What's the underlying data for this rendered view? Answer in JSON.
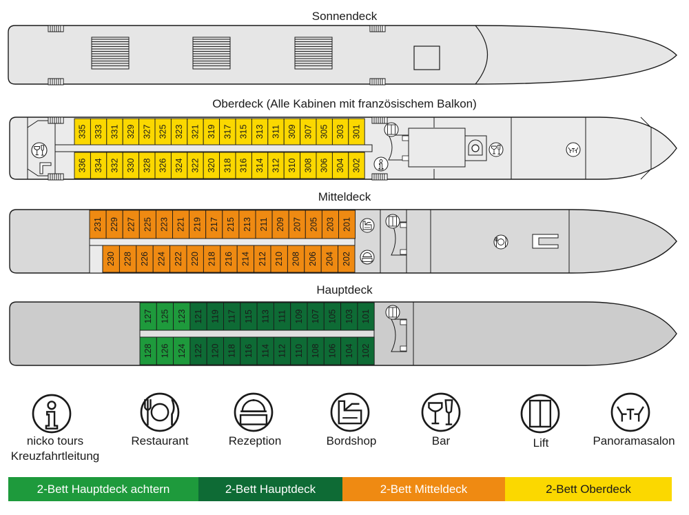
{
  "decks": {
    "sonnendeck": {
      "title": "Sonnendeck"
    },
    "oberdeck": {
      "title": "Oberdeck (Alle Kabinen mit französischem Balkon)",
      "top_row": [
        "335",
        "333",
        "331",
        "329",
        "327",
        "325",
        "323",
        "321",
        "319",
        "317",
        "315",
        "313",
        "311",
        "309",
        "307",
        "305",
        "303",
        "301"
      ],
      "bottom_row": [
        "336",
        "334",
        "332",
        "330",
        "328",
        "326",
        "324",
        "322",
        "320",
        "318",
        "316",
        "314",
        "312",
        "310",
        "308",
        "306",
        "304",
        "302"
      ]
    },
    "mitteldeck": {
      "title": "Mitteldeck",
      "top_row": [
        "231",
        "229",
        "227",
        "225",
        "223",
        "221",
        "219",
        "217",
        "215",
        "213",
        "211",
        "209",
        "207",
        "205",
        "203",
        "201"
      ],
      "bottom_row": [
        "230",
        "228",
        "226",
        "224",
        "222",
        "220",
        "218",
        "216",
        "214",
        "212",
        "210",
        "208",
        "206",
        "204",
        "202"
      ]
    },
    "hauptdeck": {
      "title": "Hauptdeck",
      "top_row": [
        "127",
        "125",
        "123",
        "121",
        "119",
        "117",
        "115",
        "113",
        "111",
        "109",
        "107",
        "105",
        "103",
        "101"
      ],
      "bottom_row": [
        "128",
        "126",
        "124",
        "122",
        "120",
        "118",
        "116",
        "114",
        "112",
        "110",
        "108",
        "106",
        "104",
        "102"
      ]
    }
  },
  "legend_icons": [
    {
      "icon": "info-icon",
      "label_line1": "nicko tours",
      "label_line2": "Kreuzfahrtleitung"
    },
    {
      "icon": "restaurant-icon",
      "label_line1": "Restaurant",
      "label_line2": ""
    },
    {
      "icon": "reception-bell-icon",
      "label_line1": "Rezeption",
      "label_line2": ""
    },
    {
      "icon": "shop-register-icon",
      "label_line1": "Bordshop",
      "label_line2": ""
    },
    {
      "icon": "bar-glasses-icon",
      "label_line1": "Bar",
      "label_line2": ""
    },
    {
      "icon": "lift-icon",
      "label_line1": "Lift",
      "label_line2": ""
    },
    {
      "icon": "panorama-lounge-icon",
      "label_line1": "Panoramasalon",
      "label_line2": ""
    }
  ],
  "cabin_categories": [
    {
      "label": "2-Bett Hauptdeck achtern",
      "color": "#1e9a3c"
    },
    {
      "label": "2-Bett Hauptdeck",
      "color": "#0e6b35"
    },
    {
      "label": "2-Bett Mitteldeck",
      "color": "#ef8a12"
    },
    {
      "label": "2-Bett Oberdeck",
      "color": "#fbd800"
    }
  ]
}
